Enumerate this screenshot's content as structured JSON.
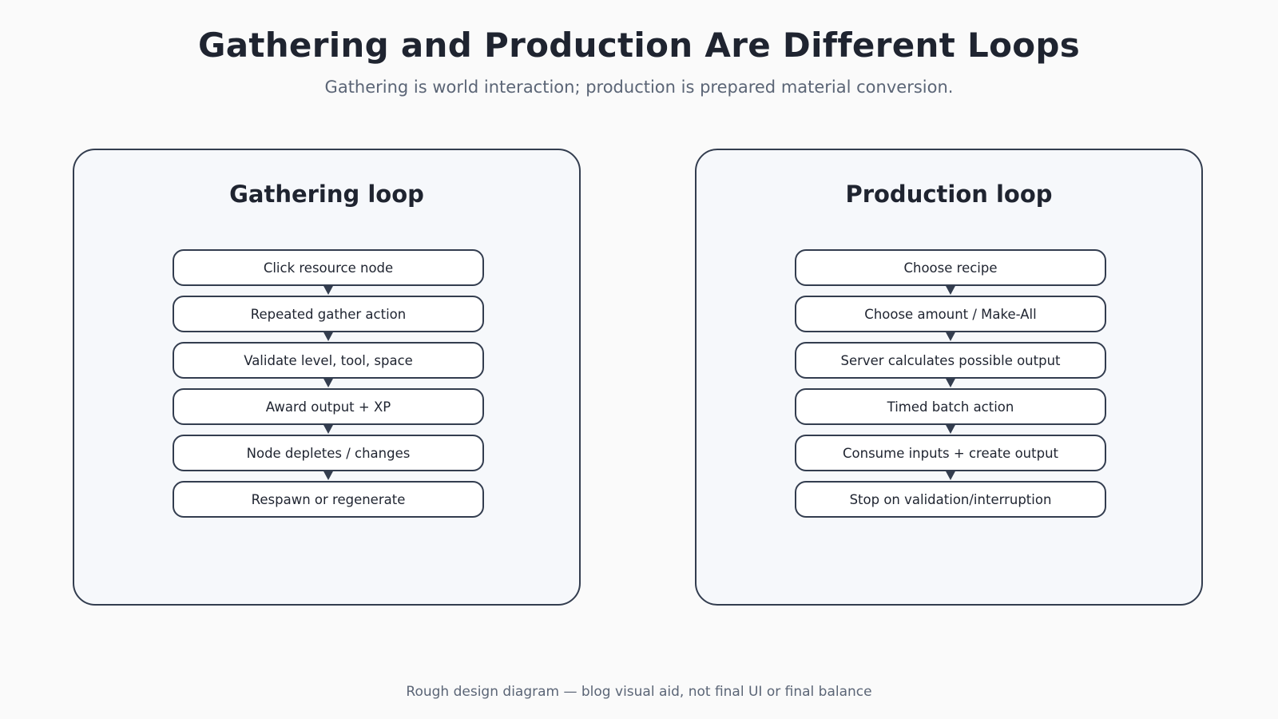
{
  "header": {
    "title": "Gathering and Production Are Different Loops",
    "subtitle": "Gathering is world interaction; production is prepared material conversion."
  },
  "gathering": {
    "title": "Gathering loop",
    "steps": [
      "Click resource node",
      "Repeated gather action",
      "Validate level, tool, space",
      "Award output + XP",
      "Node depletes / changes",
      "Respawn or regenerate"
    ]
  },
  "production": {
    "title": "Production loop",
    "steps": [
      "Choose recipe",
      "Choose amount / Make-All",
      "Server calculates possible output",
      "Timed batch action",
      "Consume inputs + create output",
      "Stop on validation/interruption"
    ]
  },
  "footer": {
    "note": "Rough design diagram — blog visual aid, not final UI or final balance"
  },
  "colors": {
    "border": "#333d4f",
    "panel_bg": "#f6f8fb",
    "step_bg": "#ffffff",
    "page_bg": "#fafafa"
  }
}
